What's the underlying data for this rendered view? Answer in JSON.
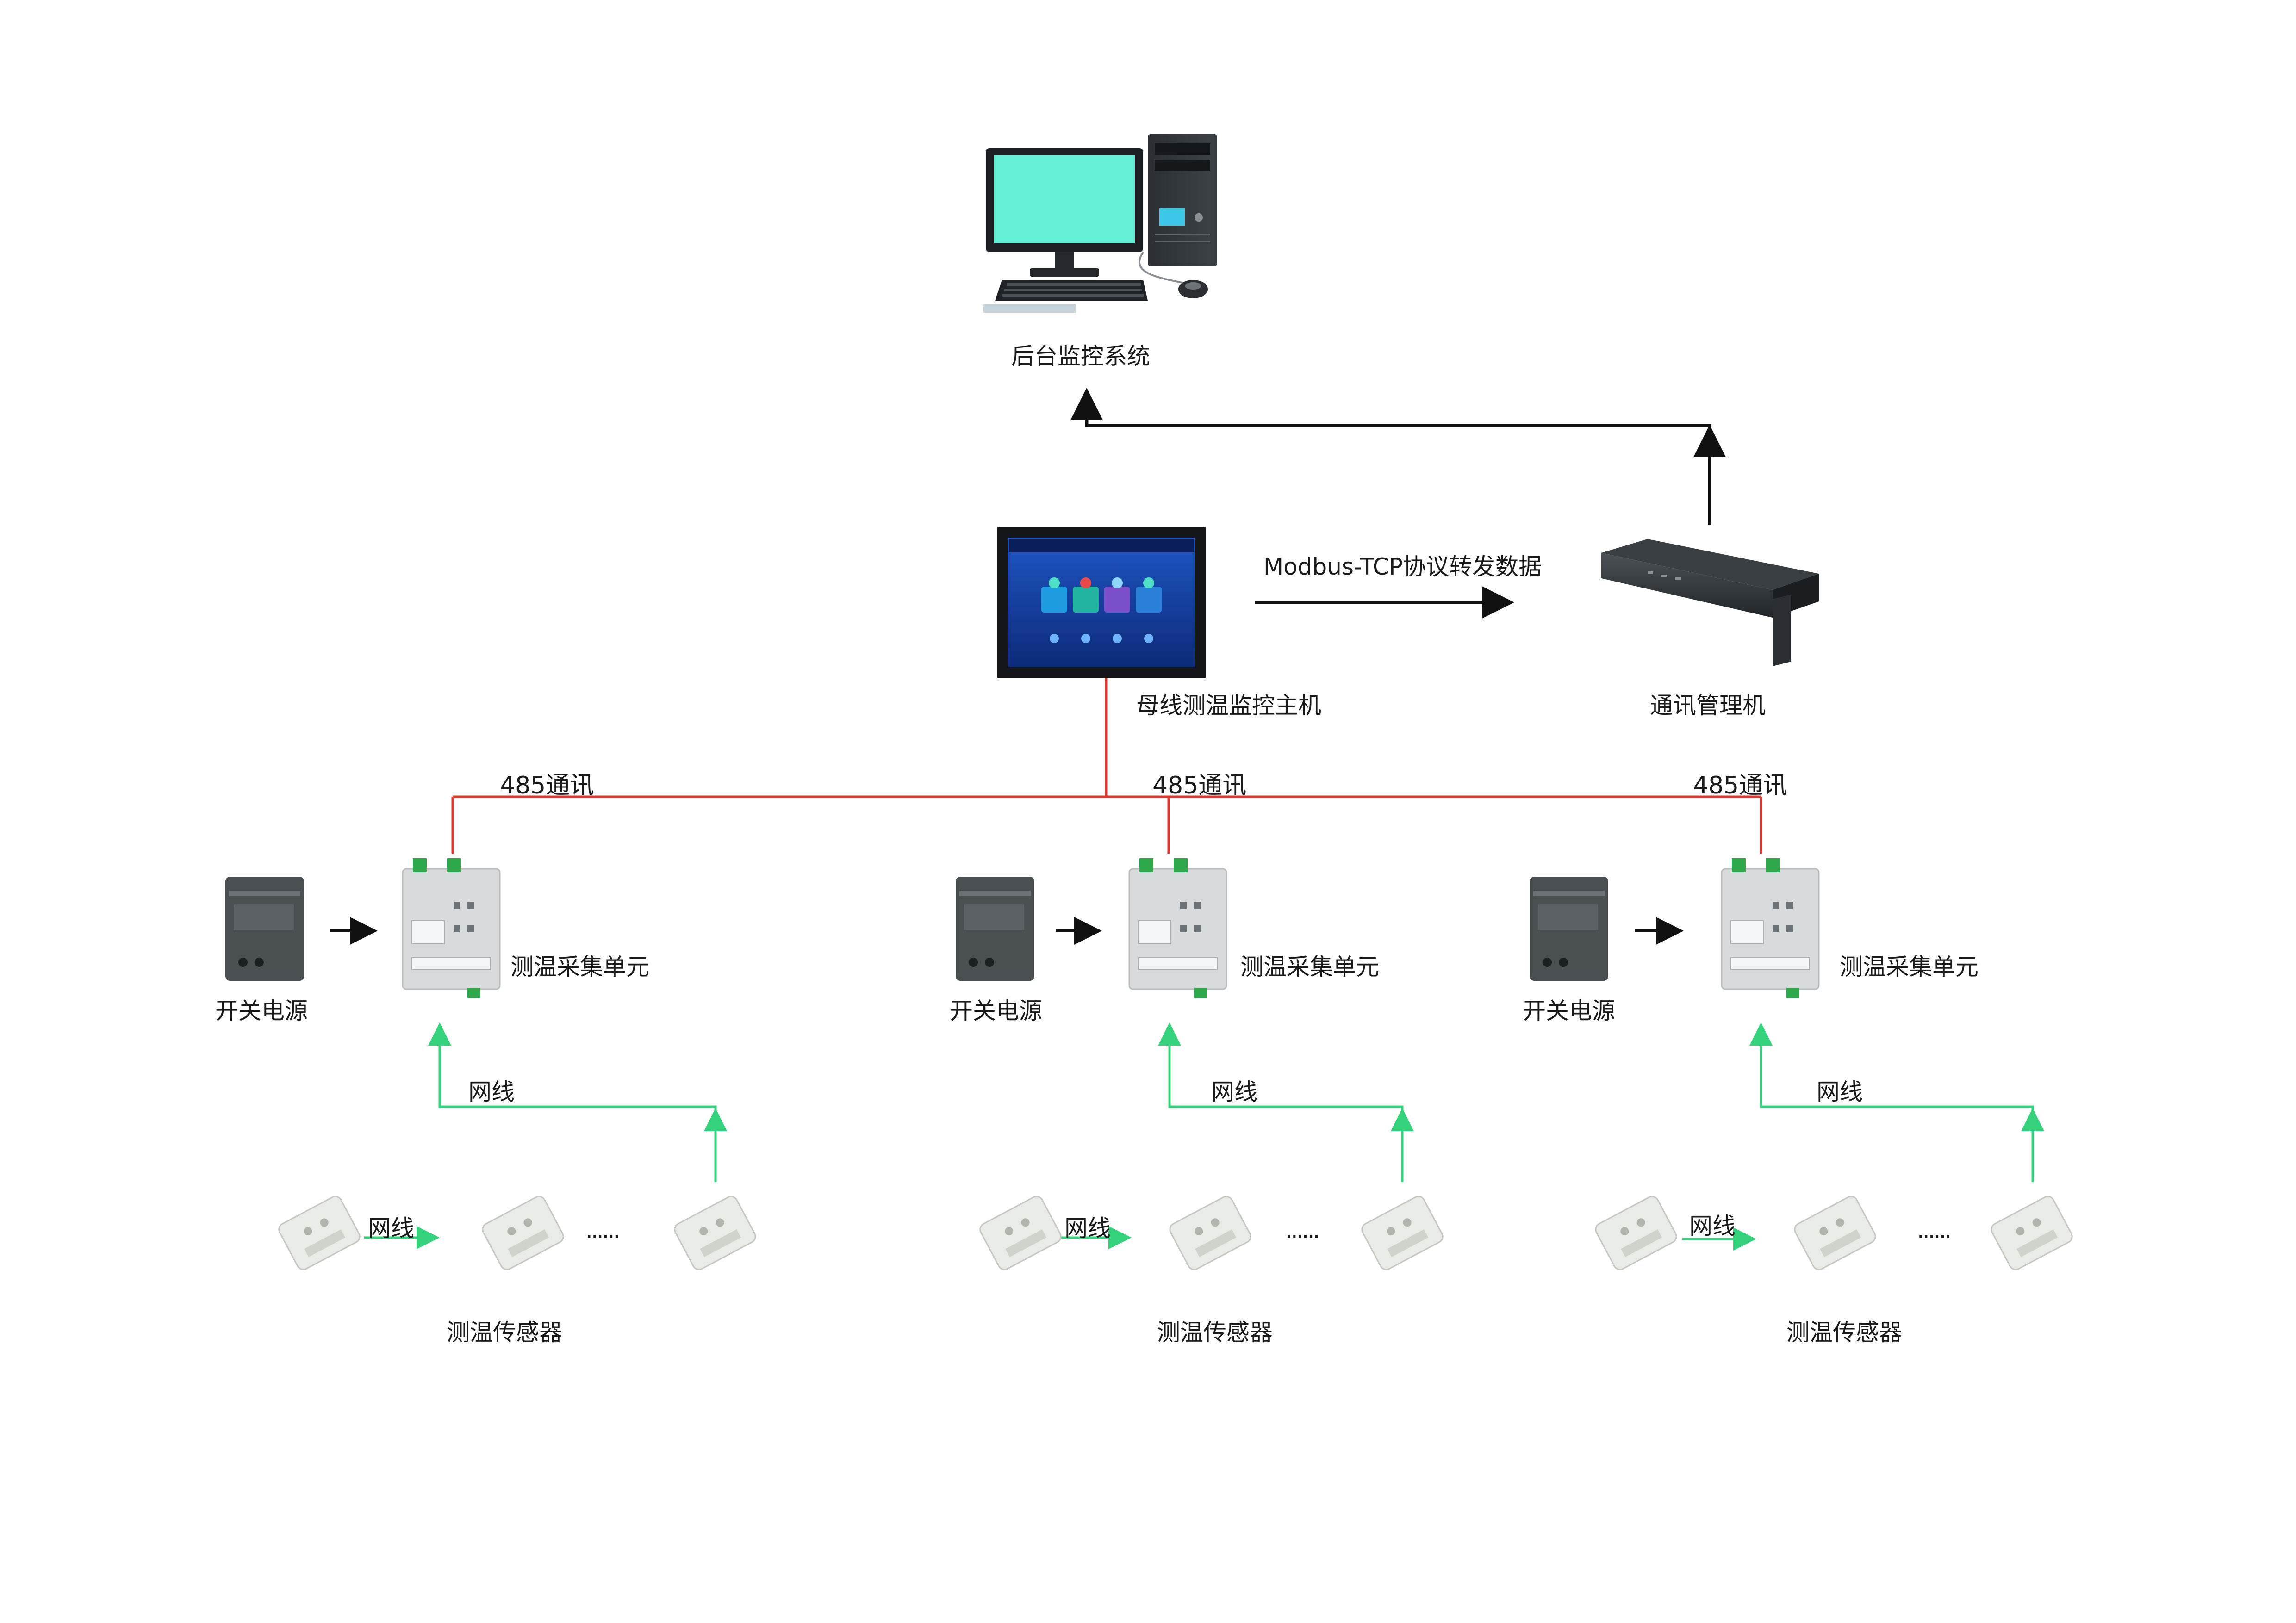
{
  "labels": {
    "backend": "后台监控系统",
    "host": "母线测温监控主机",
    "comm_manager": "通讯管理机",
    "protocol": "Modbus-TCP协议转发数据",
    "rs485": "485通讯",
    "collector": "测温采集单元",
    "power": "开关电源",
    "net_cable": "网线",
    "sensor": "测温传感器",
    "ellipsis": "······"
  },
  "colors": {
    "line_black": "#111111",
    "line_red": "#e0342f",
    "line_green": "#34d27a",
    "monitor_screen": "#66f0d8",
    "panel_screen": "#1a3fa8",
    "device_grey": "#d8dadc",
    "power_grey": "#4a5052",
    "sensor_white": "#e9ece6"
  }
}
